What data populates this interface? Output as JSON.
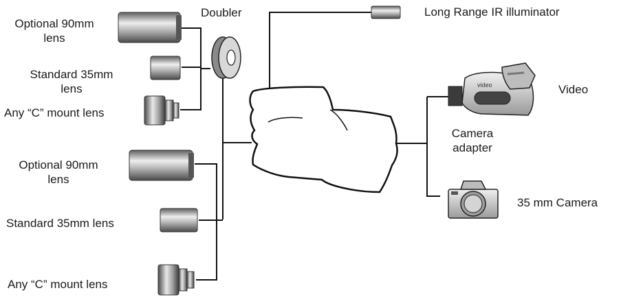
{
  "labels": {
    "opt90_top": "Optional 90mm\nlens",
    "std35_top": "Standard 35mm\nlens",
    "cmount_top": "Any “C” mount lens",
    "doubler": "Doubler",
    "ir": "Long Range IR illuminator",
    "video": "Video",
    "video_logo": "video",
    "camera_adapter": "Camera\nadapter",
    "camera35": "35 mm Camera",
    "opt90_bottom": "Optional 90mm\nlens",
    "std35_bottom": "Standard 35mm lens",
    "cmount_bottom": "Any “C” mount lens"
  },
  "colors": {
    "line": "#111111",
    "lens_light": "#f2f2f2",
    "lens_mid": "#a8a8a8",
    "lens_dark": "#5a5a5a",
    "camcorder_body": "#d6d6d6",
    "camcorder_dark": "#444444",
    "camera_body": "#c4c4c4"
  },
  "icons": [
    "lens-90mm-icon",
    "lens-35mm-icon",
    "c-mount-lens-icon",
    "doubler-icon",
    "ir-illuminator-icon",
    "night-vision-device-icon",
    "video-camcorder-icon",
    "35mm-camera-icon"
  ]
}
